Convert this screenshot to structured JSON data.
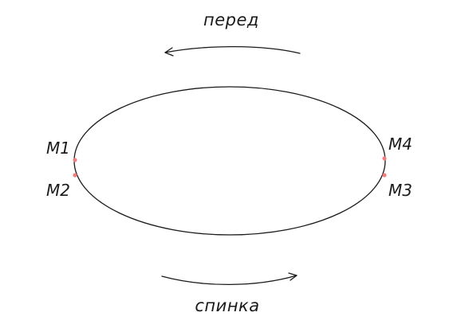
{
  "captions": {
    "front": "перед",
    "back": "спинка"
  },
  "markers": [
    {
      "label": "M1"
    },
    {
      "label": "M2"
    },
    {
      "label": "M3"
    },
    {
      "label": "M4"
    }
  ],
  "colors": {
    "line": "#1a1a1a",
    "marker": "#f08080",
    "background": "#ffffff"
  }
}
